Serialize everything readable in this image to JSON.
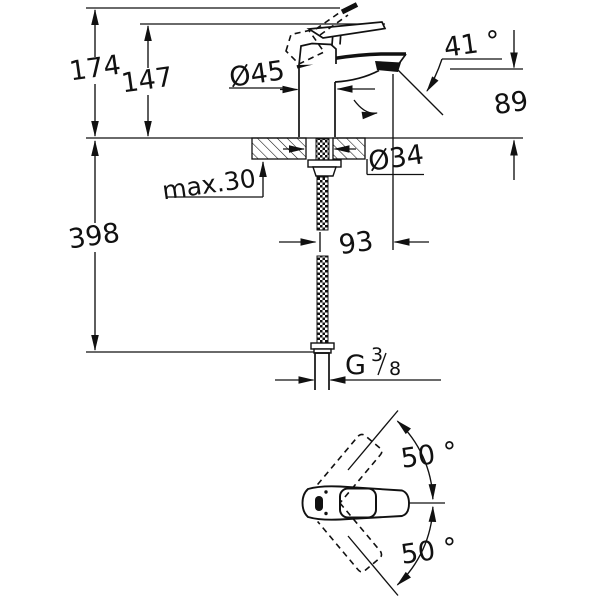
{
  "side_view": {
    "total_height": "174",
    "height_to_lever": "147",
    "body_diameter": "Ø45",
    "lever_angle": "41 °",
    "outlet_height": "89",
    "max_mounting_thickness": "max.30",
    "hole_diameter": "Ø34",
    "spout_reach": "93",
    "height_to_hose_end": "398",
    "thread_prefix": "G",
    "thread_numerator": "3",
    "thread_denominator": "8"
  },
  "plan_view": {
    "swivel_angle_up": "50 °",
    "swivel_angle_down": "50 °"
  },
  "colors": {
    "background": "#ffffff",
    "line": "#111111"
  }
}
